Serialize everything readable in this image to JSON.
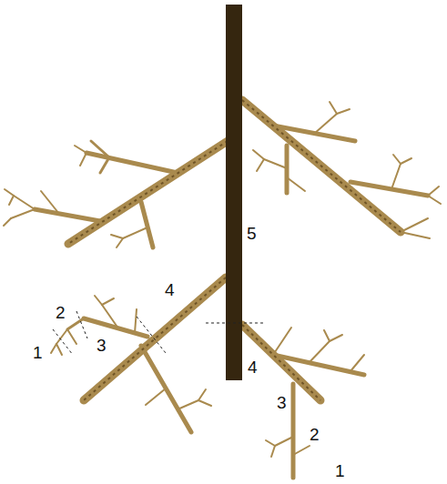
{
  "diagram": {
    "labels": [
      "5",
      "4",
      "2",
      "3",
      "1",
      "4",
      "3",
      "2",
      "1"
    ]
  }
}
